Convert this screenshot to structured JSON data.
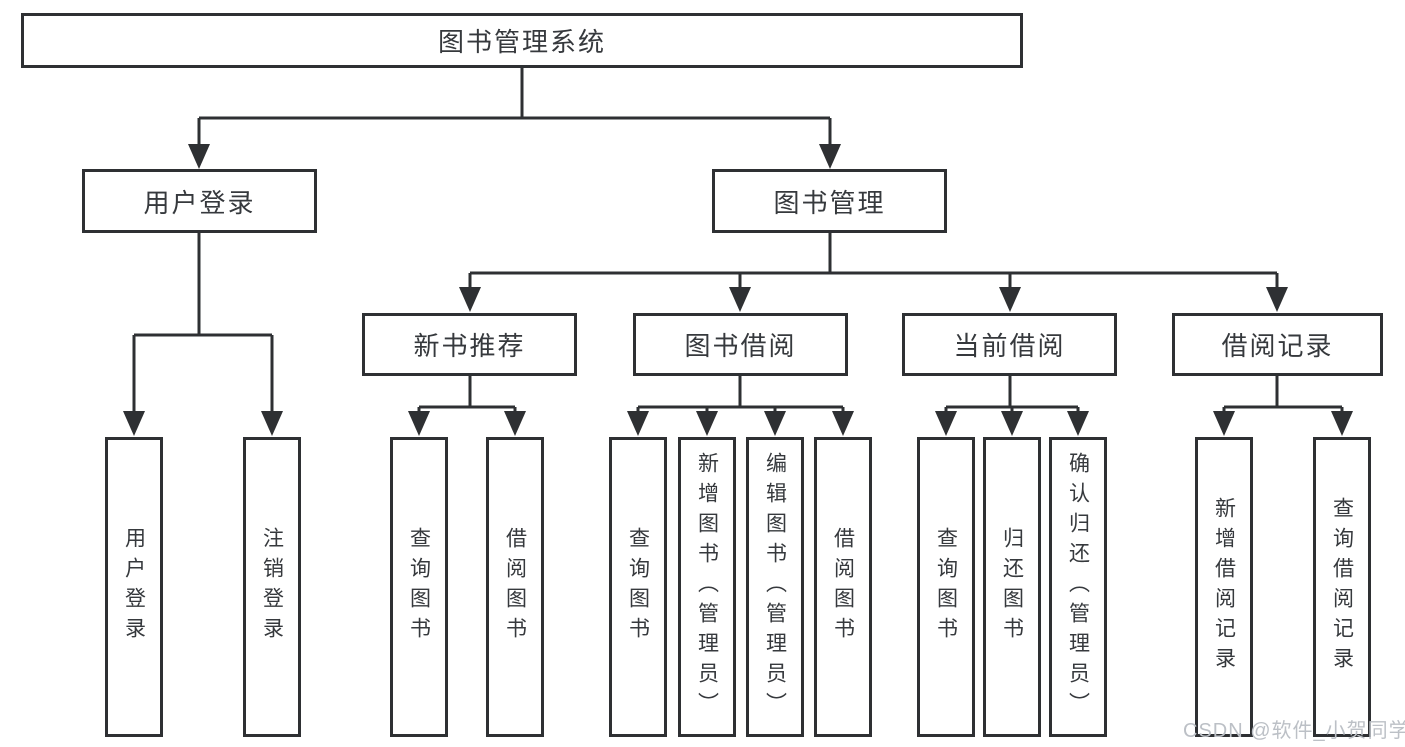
{
  "diagram": {
    "type": "tree",
    "tree": {
      "label": "图书管理系统",
      "children": [
        {
          "label": "用户登录",
          "children": [
            {
              "label": "用户登录"
            },
            {
              "label": "注销登录"
            }
          ]
        },
        {
          "label": "图书管理",
          "children": [
            {
              "label": "新书推荐",
              "children": [
                {
                  "label": "查询图书"
                },
                {
                  "label": "借阅图书"
                }
              ]
            },
            {
              "label": "图书借阅",
              "children": [
                {
                  "label": "查询图书"
                },
                {
                  "label": "新增图书（管理员）"
                },
                {
                  "label": "编辑图书（管理员）"
                },
                {
                  "label": "借阅图书"
                }
              ]
            },
            {
              "label": "当前借阅",
              "children": [
                {
                  "label": "查询图书"
                },
                {
                  "label": "归还图书"
                },
                {
                  "label": "确认归还（管理员）"
                }
              ]
            },
            {
              "label": "借阅记录",
              "children": [
                {
                  "label": "新增借阅记录"
                },
                {
                  "label": "查询借阅记录"
                }
              ]
            }
          ]
        }
      ]
    },
    "colors": {
      "line": "#2e3033",
      "text": "#36393d",
      "box_background": "#ffffff",
      "watermark": "#bcc0c6"
    }
  },
  "watermark": "CSDN @软件_小贺同学"
}
